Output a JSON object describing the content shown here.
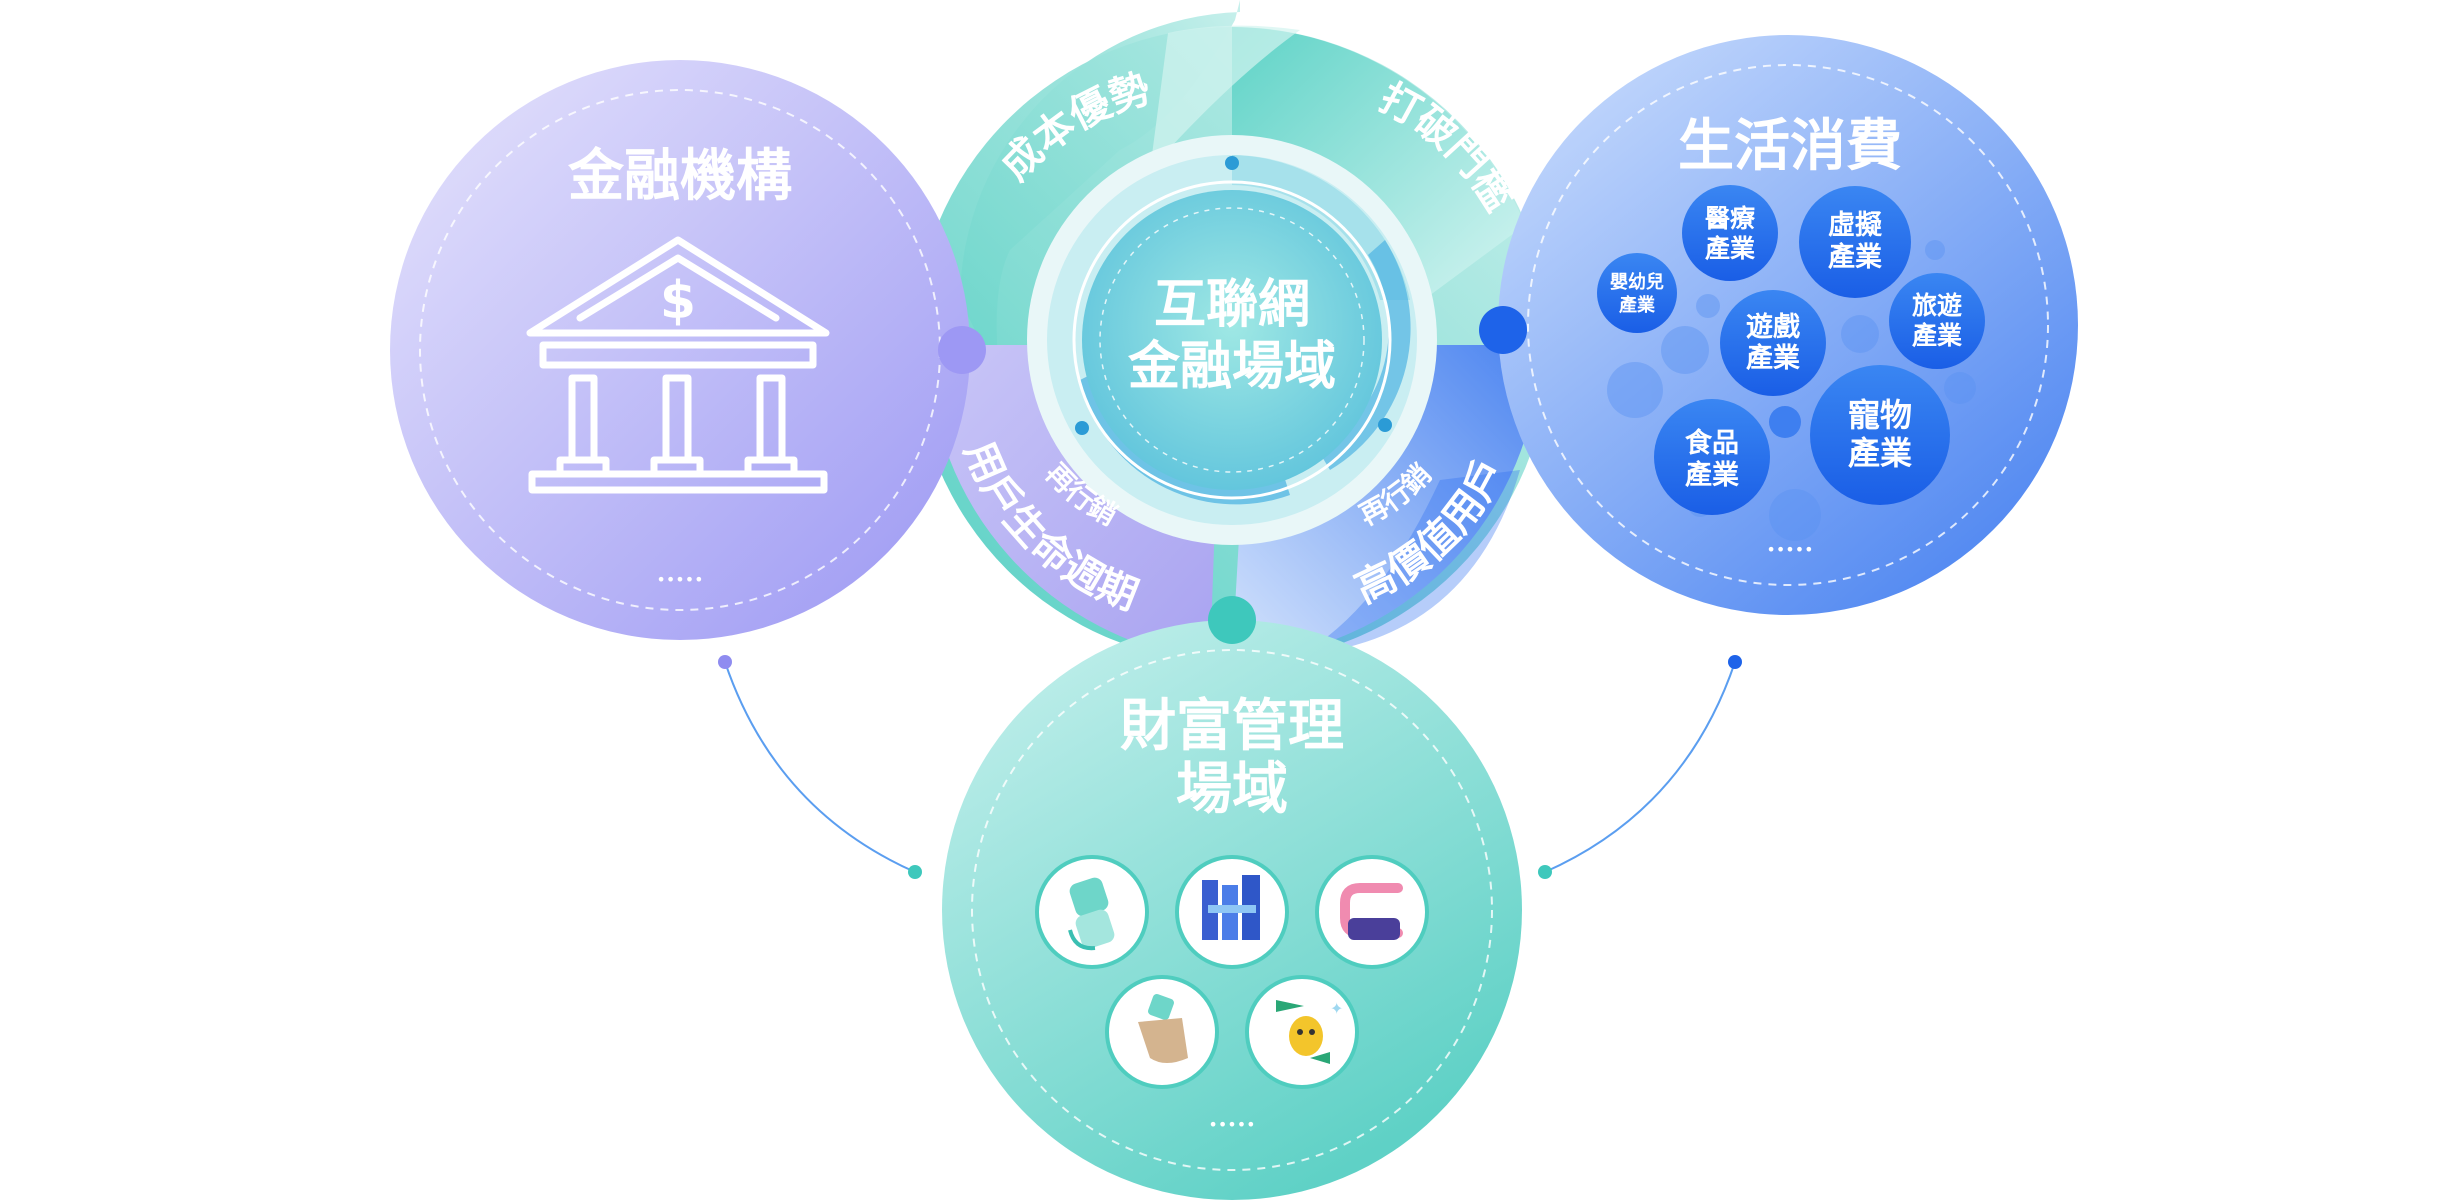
{
  "center": {
    "line1": "互聯網",
    "line2": "金融場域"
  },
  "ring": {
    "top_left": "成本優勢",
    "top_right": "打破門檻",
    "bottom_left_small": "再行銷",
    "bottom_left_large": "用戶生命週期",
    "bottom_right_small": "再行銷",
    "bottom_right_large": "高價值用戶"
  },
  "financial": {
    "title": "金融機構",
    "more": "•••••"
  },
  "consumption": {
    "title": "生活消費",
    "more": "•••••",
    "industries": {
      "medical": [
        "醫療",
        "產業"
      ],
      "virtual": [
        "虛擬",
        "產業"
      ],
      "baby": [
        "嬰幼兒",
        "產業"
      ],
      "game": [
        "遊戲",
        "產業"
      ],
      "travel": [
        "旅遊",
        "產業"
      ],
      "food": [
        "食品",
        "產業"
      ],
      "pet": [
        "寵物",
        "產業"
      ]
    }
  },
  "wealth": {
    "title_line1": "財富管理",
    "title_line2": "場域",
    "more": "•••••"
  },
  "colors": {
    "purple": "#a7a3f7",
    "blue": "#4f8cf3",
    "teal": "#6fd8cf",
    "deep_blue": "#1e63e9"
  }
}
